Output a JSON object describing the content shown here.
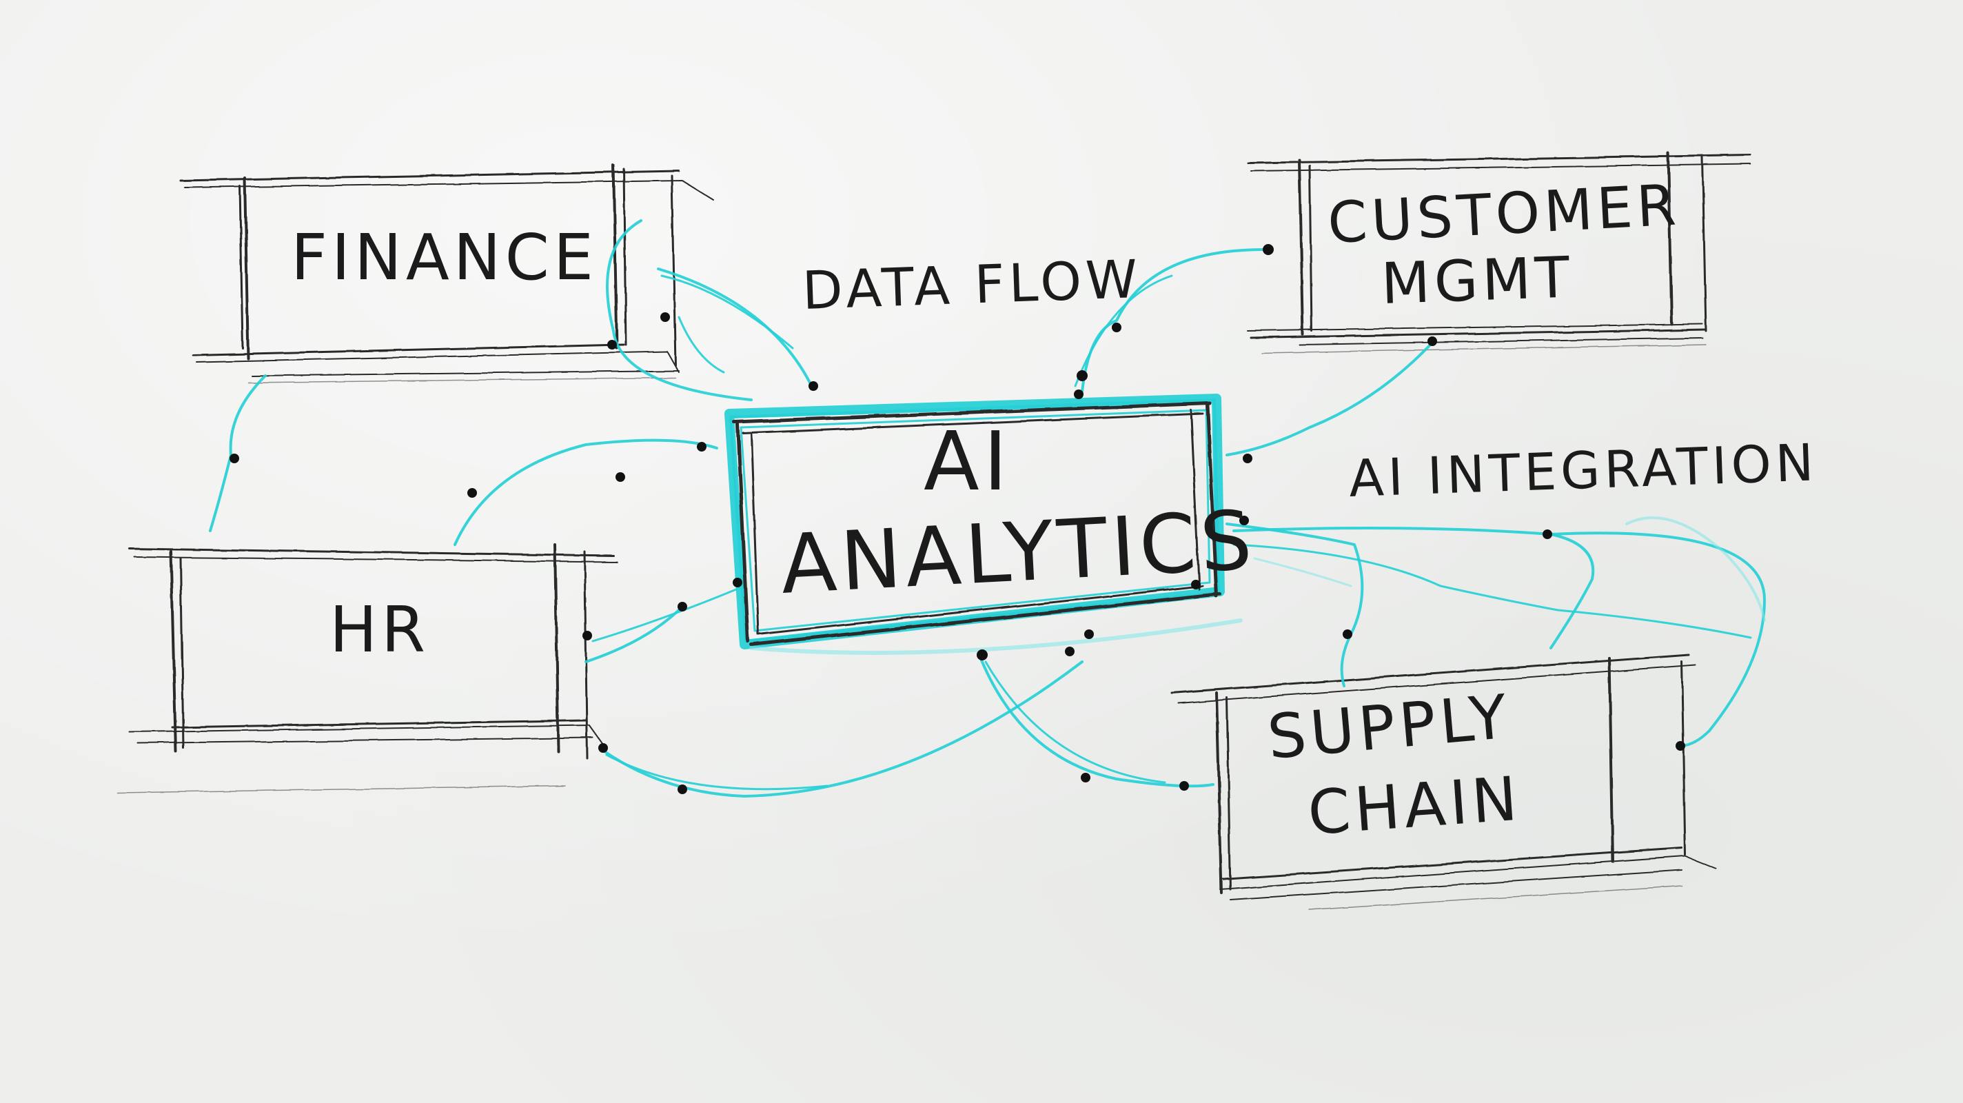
{
  "diagram": {
    "nodes": {
      "finance": "FINANCE",
      "customer_line1": "CUSTOMER",
      "customer_line2": "MGMT",
      "hr": "HR",
      "supply_line1": "SUPPLY",
      "supply_line2": "CHAIN",
      "center_line1": "AI",
      "center_line2": "ANALYTICS"
    },
    "annotations": {
      "data_flow": "DATA FLOW",
      "ai_integration": "AI INTEGRATION"
    },
    "colors": {
      "connector": "#25cfd6",
      "ink": "#1b1b1b",
      "paper": "#eeefed"
    }
  }
}
